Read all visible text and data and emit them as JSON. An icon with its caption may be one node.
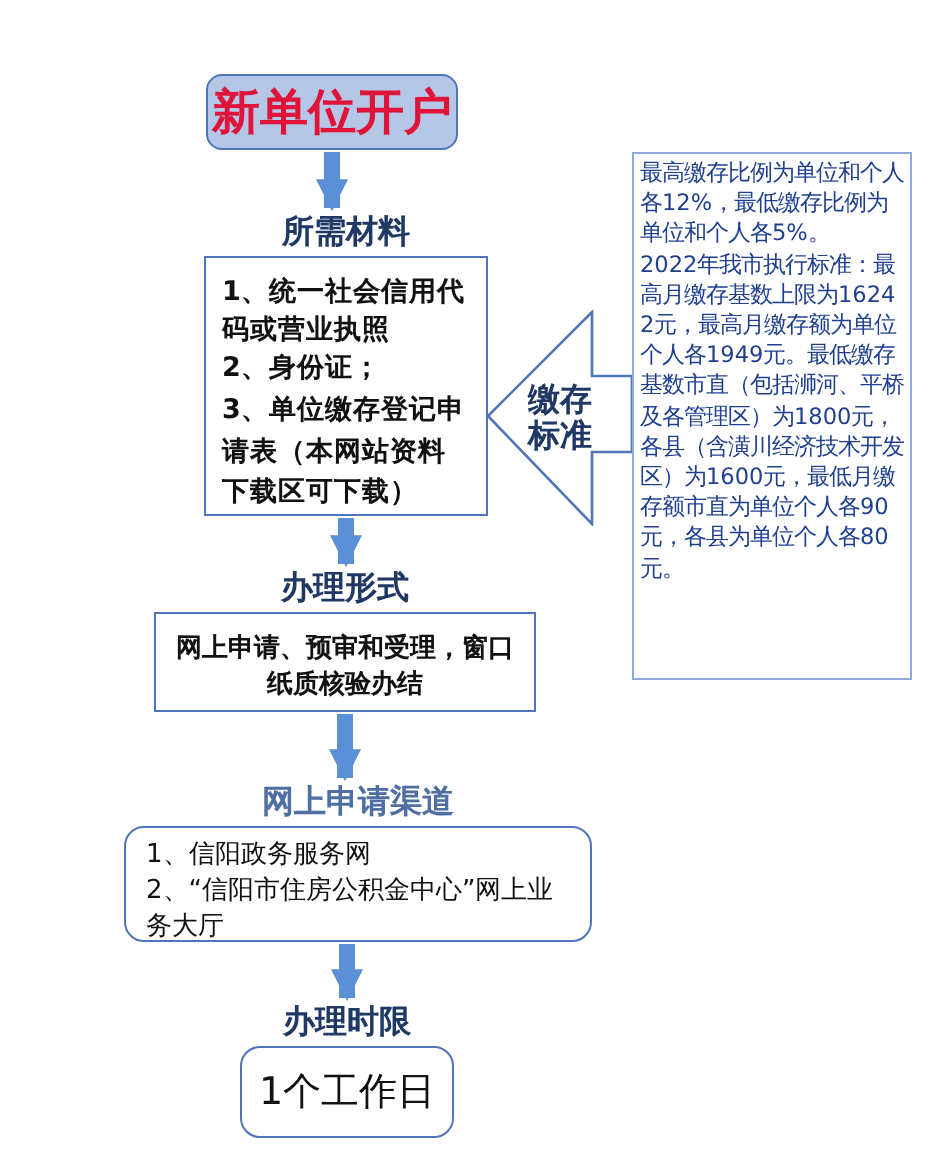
{
  "diagram": {
    "nodes": [
      {
        "text": [
          "新单位开户"
        ]
      },
      {
        "text": [
          "所需材料",
          "1、统一社会信用代码或营业执照",
          "2、身份证；",
          "3、单位缴存登记申请表（本网站资料下载区可下载）"
        ]
      },
      {
        "text": [
          "缴存标准"
        ]
      },
      {
        "text": [
          "最高缴存比例为单位和个人各12%，最低缴存比例为单位和个人各5%。",
          "2022年我市执行标准：最高月缴存基数上限为16242元，最高月缴存额为单位个人各1949元。最低缴存基数市直（包括浉河、平桥及各管理区）为1800元，各县（含潢川经济技术开发区）为1600元，最低月缴存额市直为单位个人各90元，各县为单位个人各80元。"
        ]
      },
      {
        "text": [
          "办理形式",
          "网上申请、预审和受理，窗口纸质核验办结"
        ]
      },
      {
        "text": [
          "网上申请渠道",
          "1、信阳政务服务网",
          "2、“信阳市住房公积金中心”网上业务大厅"
        ]
      },
      {
        "text": [
          "办理时限",
          "1个工作日"
        ]
      }
    ],
    "edges": [
      {
        "from": 0,
        "to": 1,
        "arrow": "to"
      },
      {
        "from": 1,
        "to": 4,
        "arrow": "to"
      },
      {
        "from": 4,
        "to": 5,
        "arrow": "to"
      },
      {
        "from": 5,
        "to": 6,
        "arrow": "to"
      }
    ]
  }
}
